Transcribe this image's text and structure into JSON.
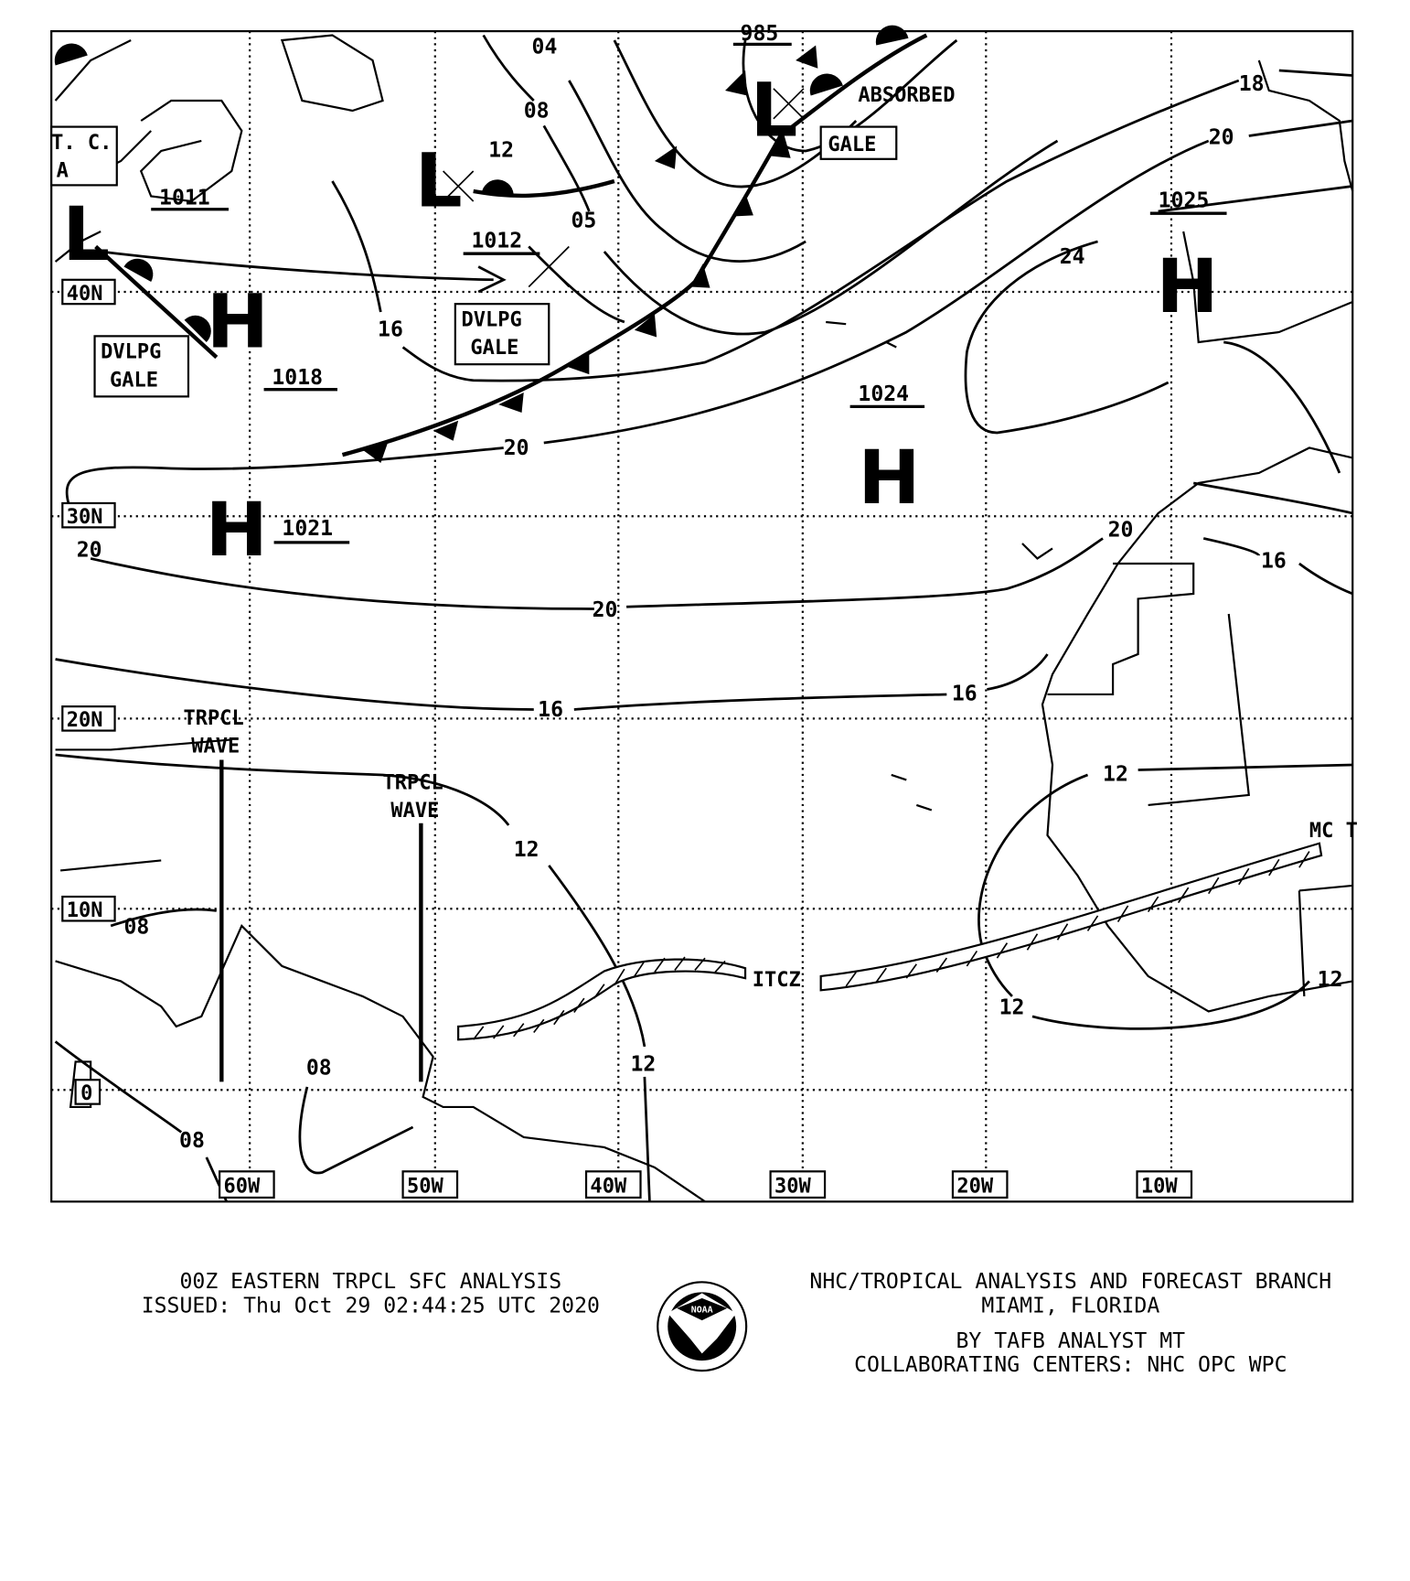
{
  "map": {
    "lat_labels": [
      "40N",
      "30N",
      "20N",
      "10N",
      "0"
    ],
    "lon_labels": [
      "60W",
      "50W",
      "40W",
      "30W",
      "20W",
      "10W"
    ],
    "pressure_centers": [
      {
        "type": "L",
        "value": "1011"
      },
      {
        "type": "H",
        "value": "1018"
      },
      {
        "type": "L",
        "value": "1012"
      },
      {
        "type": "L",
        "value": "985"
      },
      {
        "type": "H",
        "value": "1025"
      },
      {
        "type": "H",
        "value": "1024"
      },
      {
        "type": "H",
        "value": "1021"
      }
    ],
    "isobar_labels": [
      "04",
      "08",
      "12",
      "05",
      "16",
      "20",
      "20",
      "20",
      "16",
      "16",
      "12",
      "12",
      "12",
      "08",
      "08",
      "08",
      "12",
      "16",
      "20",
      "24",
      "18",
      "20",
      "12"
    ],
    "boxes": {
      "tc": [
        "T. C.",
        "A"
      ],
      "dvlpg_gale_west": [
        "DVLPG",
        "GALE"
      ],
      "dvlpg_gale_mid": [
        "DVLPG",
        "GALE"
      ],
      "gale": "GALE",
      "mc": "MC T"
    },
    "annotations": {
      "absorbed": "ABSORBED",
      "wave1": [
        "TRPCL",
        "WAVE"
      ],
      "wave2": [
        "TRPCL",
        "WAVE"
      ],
      "itcz": "ITCZ"
    }
  },
  "footer": {
    "left_line1": "00Z EASTERN TRPCL SFC ANALYSIS",
    "left_line2": "ISSUED: Thu Oct 29 02:44:25 UTC 2020",
    "right_line1": "NHC/TROPICAL ANALYSIS AND FORECAST BRANCH",
    "right_line2": "MIAMI,  FLORIDA",
    "right_line3": "BY TAFB ANALYST  MT",
    "right_line4": "COLLABORATING CENTERS: NHC OPC WPC",
    "logo_text": "NOAA"
  }
}
